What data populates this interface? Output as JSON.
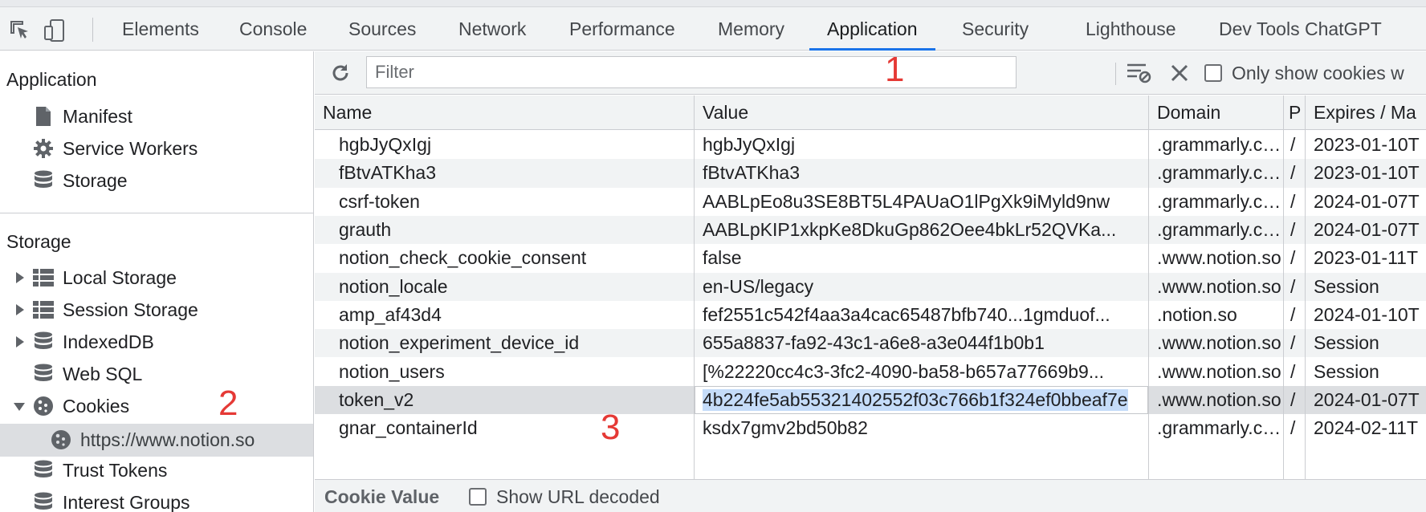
{
  "toolbar": {
    "tabs": [
      "Elements",
      "Console",
      "Sources",
      "Network",
      "Performance",
      "Memory",
      "Application",
      "Security",
      "Lighthouse",
      "Dev Tools ChatGPT"
    ],
    "active_tab": "Application"
  },
  "sidebar": {
    "application_header": "Application",
    "application_items": [
      "Manifest",
      "Service Workers",
      "Storage"
    ],
    "storage_header": "Storage",
    "storage_items": [
      "Local Storage",
      "Session Storage",
      "IndexedDB",
      "Web SQL",
      "Cookies"
    ],
    "cookie_origin": "https://www.notion.so",
    "more_items": [
      "Trust Tokens",
      "Interest Groups"
    ]
  },
  "filter": {
    "placeholder": "Filter",
    "only_show_label": "Only show cookies w"
  },
  "annotations": [
    "1",
    "2",
    "3"
  ],
  "table": {
    "headers": [
      "Name",
      "Value",
      "Domain",
      "P",
      "Expires / Ma"
    ],
    "rows": [
      [
        "hgbJyQxIgj",
        "hgbJyQxIgj",
        ".grammarly.com",
        "/",
        "2023-01-10T"
      ],
      [
        "fBtvATKha3",
        "fBtvATKha3",
        ".grammarly.com",
        "/",
        "2023-01-10T"
      ],
      [
        "csrf-token",
        "AABLpEo8u3SE8BT5L4PAUaO1lPgXk9iMyld9nw",
        ".grammarly.com",
        "/",
        "2024-01-07T"
      ],
      [
        "grauth",
        "AABLpKIP1xkpKe8DkuGp862Oee4bkLr52QVKa...",
        ".grammarly.com",
        "/",
        "2024-01-07T"
      ],
      [
        "notion_check_cookie_consent",
        "false",
        ".www.notion.so",
        "/",
        "2023-01-11T"
      ],
      [
        "notion_locale",
        "en-US/legacy",
        ".www.notion.so",
        "/",
        "Session"
      ],
      [
        "amp_af43d4",
        "fef2551c542f4aa3a4cac65487bfb740...1gmduof...",
        ".notion.so",
        "/",
        "2024-01-10T"
      ],
      [
        "notion_experiment_device_id",
        "655a8837-fa92-43c1-a6e8-a3e044f1b0b1",
        ".www.notion.so",
        "/",
        "Session"
      ],
      [
        "notion_users",
        "[%22220cc4c3-3fc2-4090-ba58-b657a77669b9...",
        ".www.notion.so",
        "/",
        "Session"
      ],
      [
        "token_v2",
        "4b224fe5ab55321402552f03c766b1f324ef0bbeaf7e",
        ".www.notion.so",
        "/",
        "2024-01-07T"
      ],
      [
        "gnar_containerId",
        "ksdx7gmv2bd50b82",
        ".grammarly.com",
        "/",
        "2024-02-11T"
      ]
    ],
    "selected_row": 9
  },
  "bottom": {
    "cookie_value_label": "Cookie Value",
    "show_url_decoded": "Show URL decoded"
  }
}
